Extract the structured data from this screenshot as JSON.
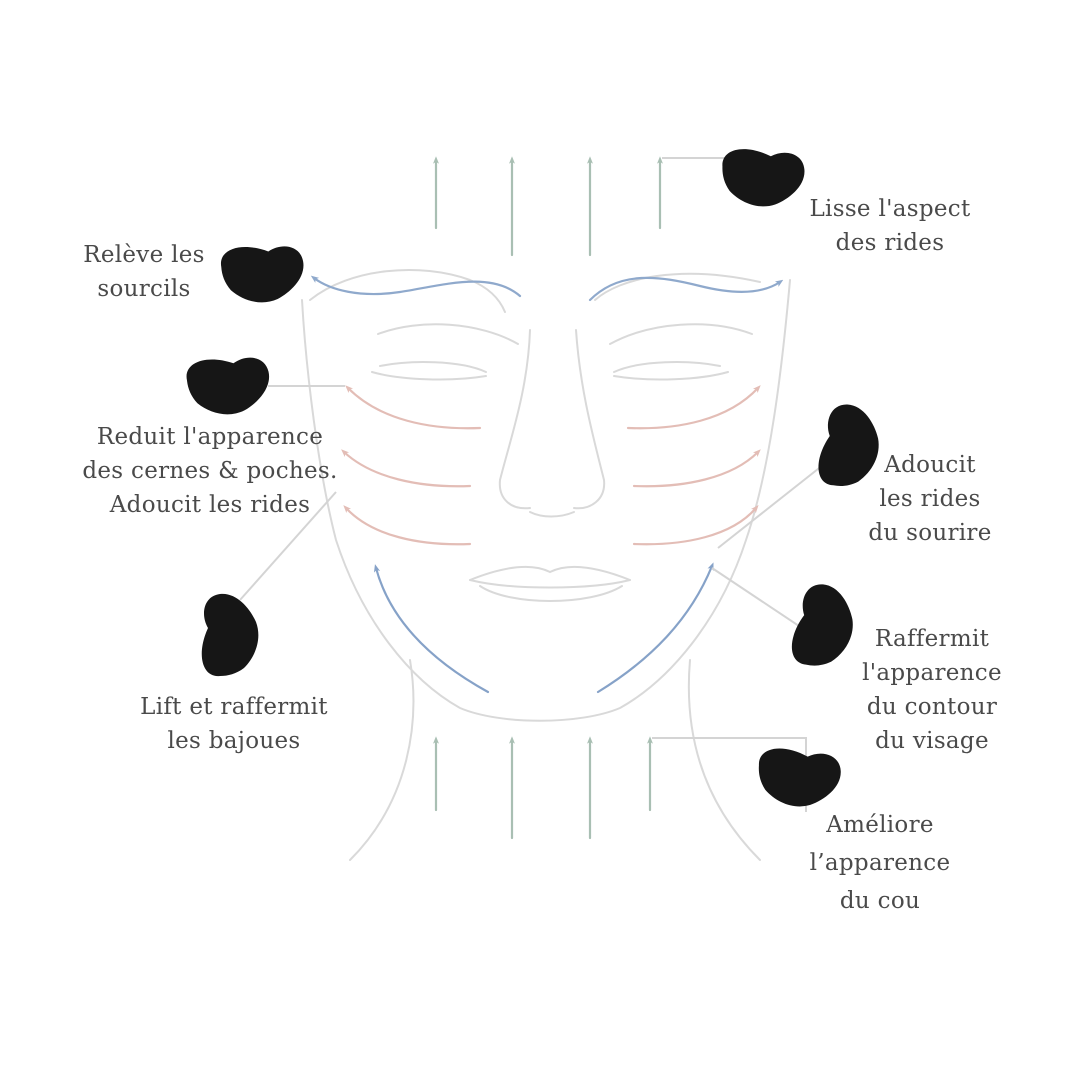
{
  "colors": {
    "face_outline": "#d9d9d9",
    "arrow_vertical": "#a9bfb3",
    "arrow_eyebrow": "#8fa9cc",
    "arrow_cheek": "#e3bdb6",
    "arrow_jaw": "#86a2c8",
    "leader_line": "#d4d4d4",
    "stone": "#161616",
    "text": "#4a4a4a"
  },
  "labels": {
    "wrinkles": [
      "Lisse l'aspect",
      "des rides"
    ],
    "eyebrows": [
      "Relève les",
      "sourcils"
    ],
    "under_eye": [
      "Reduit l'apparence",
      "des cernes & poches.",
      "Adoucit les rides"
    ],
    "smile_lines": [
      "Adoucit",
      "les rides",
      "du sourire"
    ],
    "jowls": [
      "Lift et raffermit",
      "les bajoues"
    ],
    "contour": [
      "Raffermit",
      "l'apparence",
      "du contour",
      "du visage"
    ],
    "neck": [
      "Améliore",
      "l’apparence",
      "du cou"
    ]
  },
  "icons": {
    "gua_sha_stone": "gua-sha-stone-icon"
  }
}
